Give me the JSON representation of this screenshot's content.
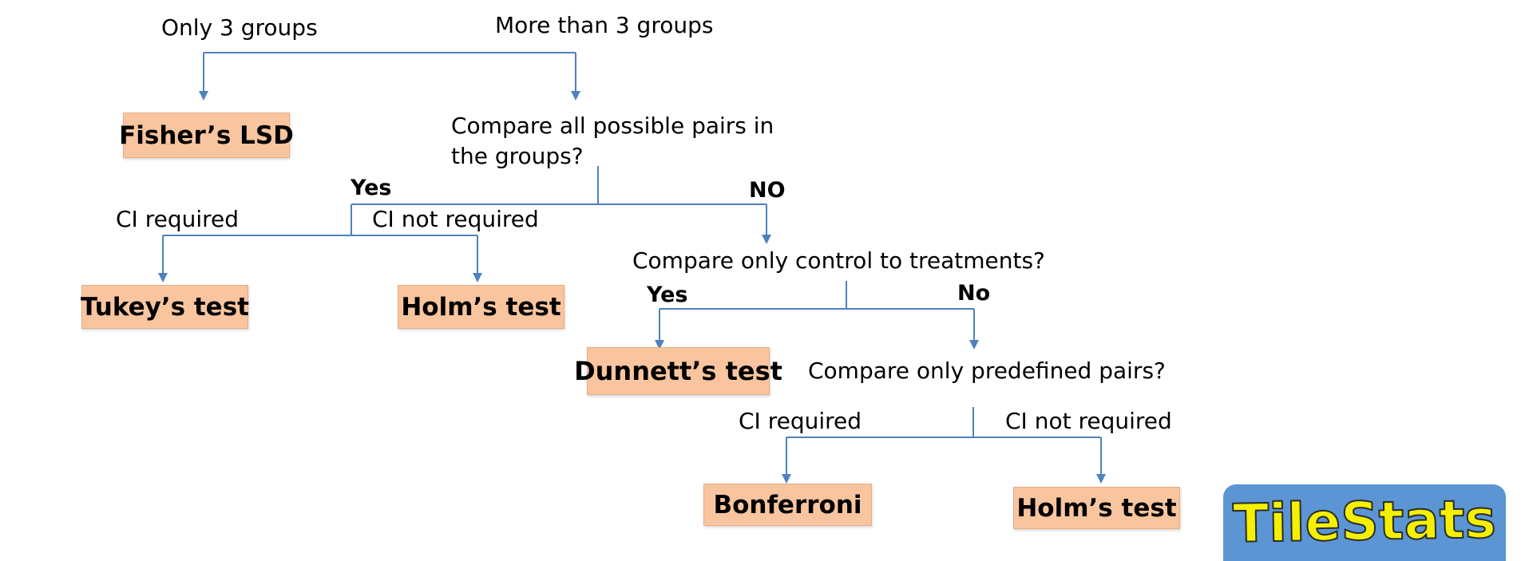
{
  "diagram": {
    "top_labels": {
      "only_three": "Only 3 groups",
      "more_than_three": "More than 3 groups"
    },
    "results": {
      "fishers_lsd": "Fisher’s LSD",
      "tukeys_test": "Tukey’s test",
      "holms_test_1": "Holm’s test",
      "dunnetts_test": "Dunnett’s test",
      "bonferroni": "Bonferroni",
      "holms_test_2": "Holm’s test"
    },
    "questions": {
      "compare_all_line1": "Compare all possible pairs in",
      "compare_all_line2": "the groups?",
      "compare_control": "Compare only control to treatments?",
      "compare_predefined": "Compare only predefined pairs?"
    },
    "branch_labels": {
      "yes_all": "Yes",
      "no_all": "NO",
      "ci_required_1": "CI required",
      "ci_not_required_1": "CI not required",
      "yes_control": "Yes",
      "no_control": "No",
      "ci_required_2": "CI required",
      "ci_not_required_2": "CI not required"
    },
    "colors": {
      "box_fill": "#f8c59f",
      "connector": "#4f81bd",
      "logo_background": "#5b95d3",
      "logo_text": "#f5f000"
    }
  },
  "logo": {
    "text": "TileStats"
  }
}
